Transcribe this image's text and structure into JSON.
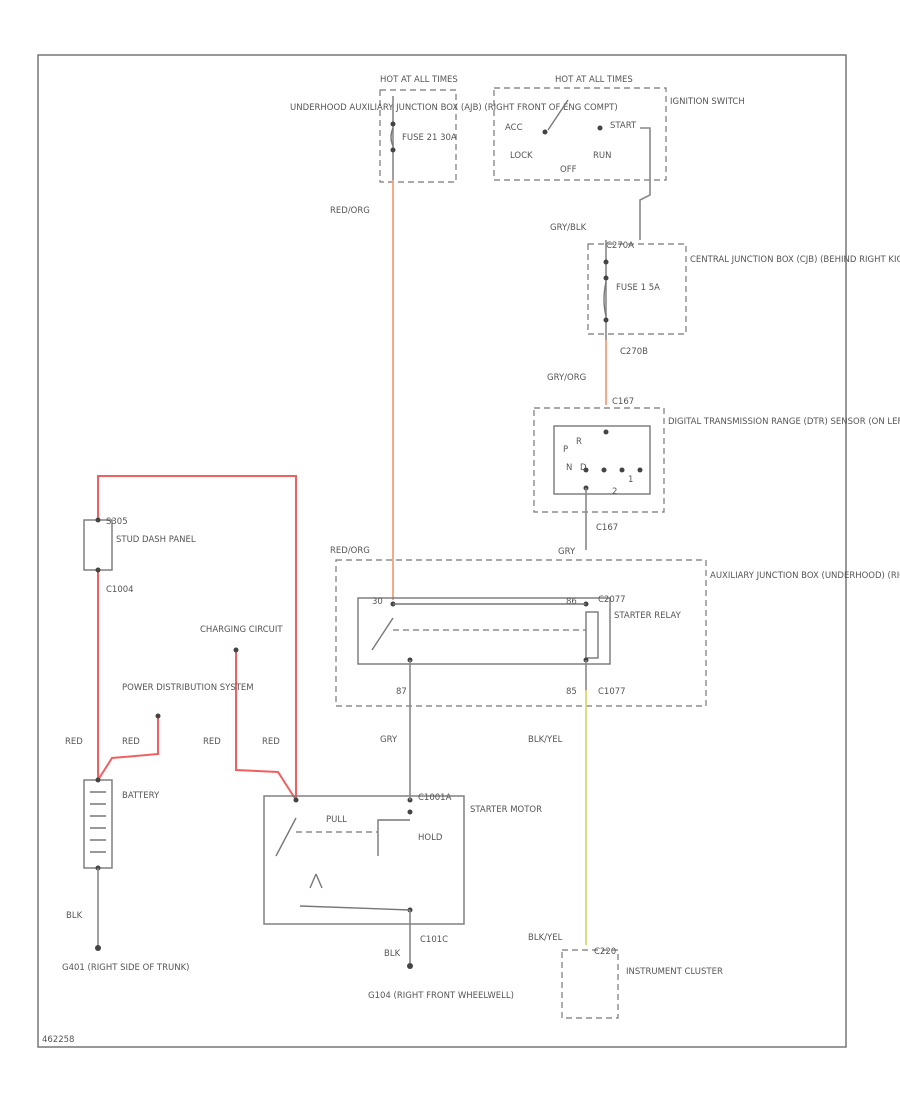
{
  "labels": {
    "hot_top": "HOT AT ALL TIMES",
    "fuse_box_desc": "UNDERHOOD AUXILIARY JUNCTION BOX (AJB) (RIGHT FRONT OF ENG COMPT)",
    "fuse21": "FUSE 21 30A",
    "hot_ign": "HOT AT ALL TIMES",
    "ignition": "IGNITION SWITCH",
    "acc": "ACC",
    "lock": "LOCK",
    "off": "OFF",
    "run": "RUN",
    "start": "START",
    "red_org": "RED/ORG",
    "gry_blk": "GRY/BLK",
    "c270a": "C270A",
    "central": "CENTRAL JUNCTION BOX (CJB) (BEHIND RIGHT KICK PANEL)",
    "fuse1": "FUSE 1 5A",
    "c270b": "C270B",
    "gry_org": "GRY/ORG",
    "c167": "C167",
    "dtr": "DIGITAL TRANSMISSION RANGE (DTR) SENSOR (ON LEFT SIDE OF TRANSMISSION)",
    "dtr_p": "P",
    "dtr_r": "R",
    "dtr_n": "N",
    "dtr_d": "D",
    "dtr_2": "2",
    "dtr_1": "1",
    "gry": "GRY",
    "c167b": "C167",
    "red_org2": "RED/ORG",
    "aux_box": "AUXILIARY JUNCTION BOX (UNDERHOOD) (RIGHT FRONT OF ENG COMPT)",
    "starter_relay": "STARTER RELAY",
    "c2077": "C2077",
    "c1077": "C1077",
    "pin87": "87",
    "pin85": "85",
    "pin30": "30",
    "pin86": "86",
    "stud_dash": "STUD DASH PANEL",
    "c1004": "C1004",
    "s305": "S305",
    "charging": "CHARGING CIRCUIT",
    "pds": "POWER DISTRIBUTION SYSTEM",
    "red1": "RED",
    "red2": "RED",
    "red3": "RED",
    "red4": "RED",
    "gry2": "GRY",
    "blk_yel": "BLK/YEL",
    "battery": "BATTERY",
    "starter_motor": "STARTER MOTOR",
    "pull": "PULL",
    "hold": "HOLD",
    "c1001a": "C1001A",
    "c101c": "C101C",
    "blk1": "BLK",
    "blk2": "BLK",
    "g401": "G401 (RIGHT SIDE OF TRUNK)",
    "g104": "G104 (RIGHT FRONT WHEELWELL)",
    "blk_yel2": "BLK/YEL",
    "c220": "C220",
    "cluster": "INSTRUMENT CLUSTER",
    "footer": "462258"
  },
  "colors": {
    "red_wire": "#f06060",
    "orange_wire": "#f4a07a",
    "yellow_wire": "#d8d870",
    "gray_wire": "#999999",
    "box": "#777777"
  }
}
